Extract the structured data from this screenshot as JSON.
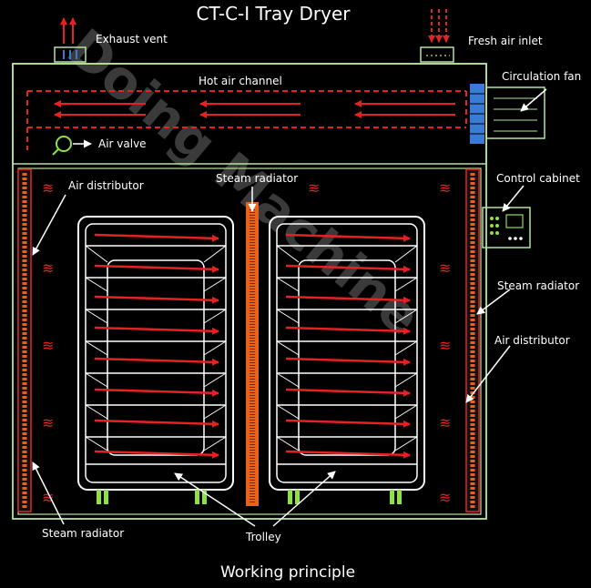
{
  "title": "CT-C-I Tray Dryer",
  "caption": "Working principle",
  "watermark": "Doing Machine",
  "labels": {
    "exhaust_vent": "Exhaust vent",
    "fresh_air_inlet": "Fresh air inlet",
    "hot_air_channel": "Hot air channel",
    "circulation_fan": "Circulation fan",
    "air_valve": "Air valve",
    "air_distributor_left": "Air distributor",
    "steam_radiator_center": "Steam radiator",
    "control_cabinet": "Control cabinet",
    "steam_radiator_right": "Steam radiator",
    "air_distributor_right": "Air distributor",
    "steam_radiator_left": "Steam radiator",
    "trolley": "Trolley"
  },
  "colors": {
    "background": "#000000",
    "outline": "#b6e39a",
    "frame": "#ffffff",
    "hot_air": "#e52222",
    "radiator": "#e8621c",
    "fan_blue": "#3a7bd5",
    "wheel": "#8ee04a",
    "text": "#ffffff"
  },
  "icons": {
    "exhaust": "red-up-arrows-icon",
    "inlet": "red-down-arrows-icon",
    "fan": "circulation-fan-icon",
    "valve": "magnifier-valve-icon",
    "cabinet": "control-panel-icon"
  }
}
